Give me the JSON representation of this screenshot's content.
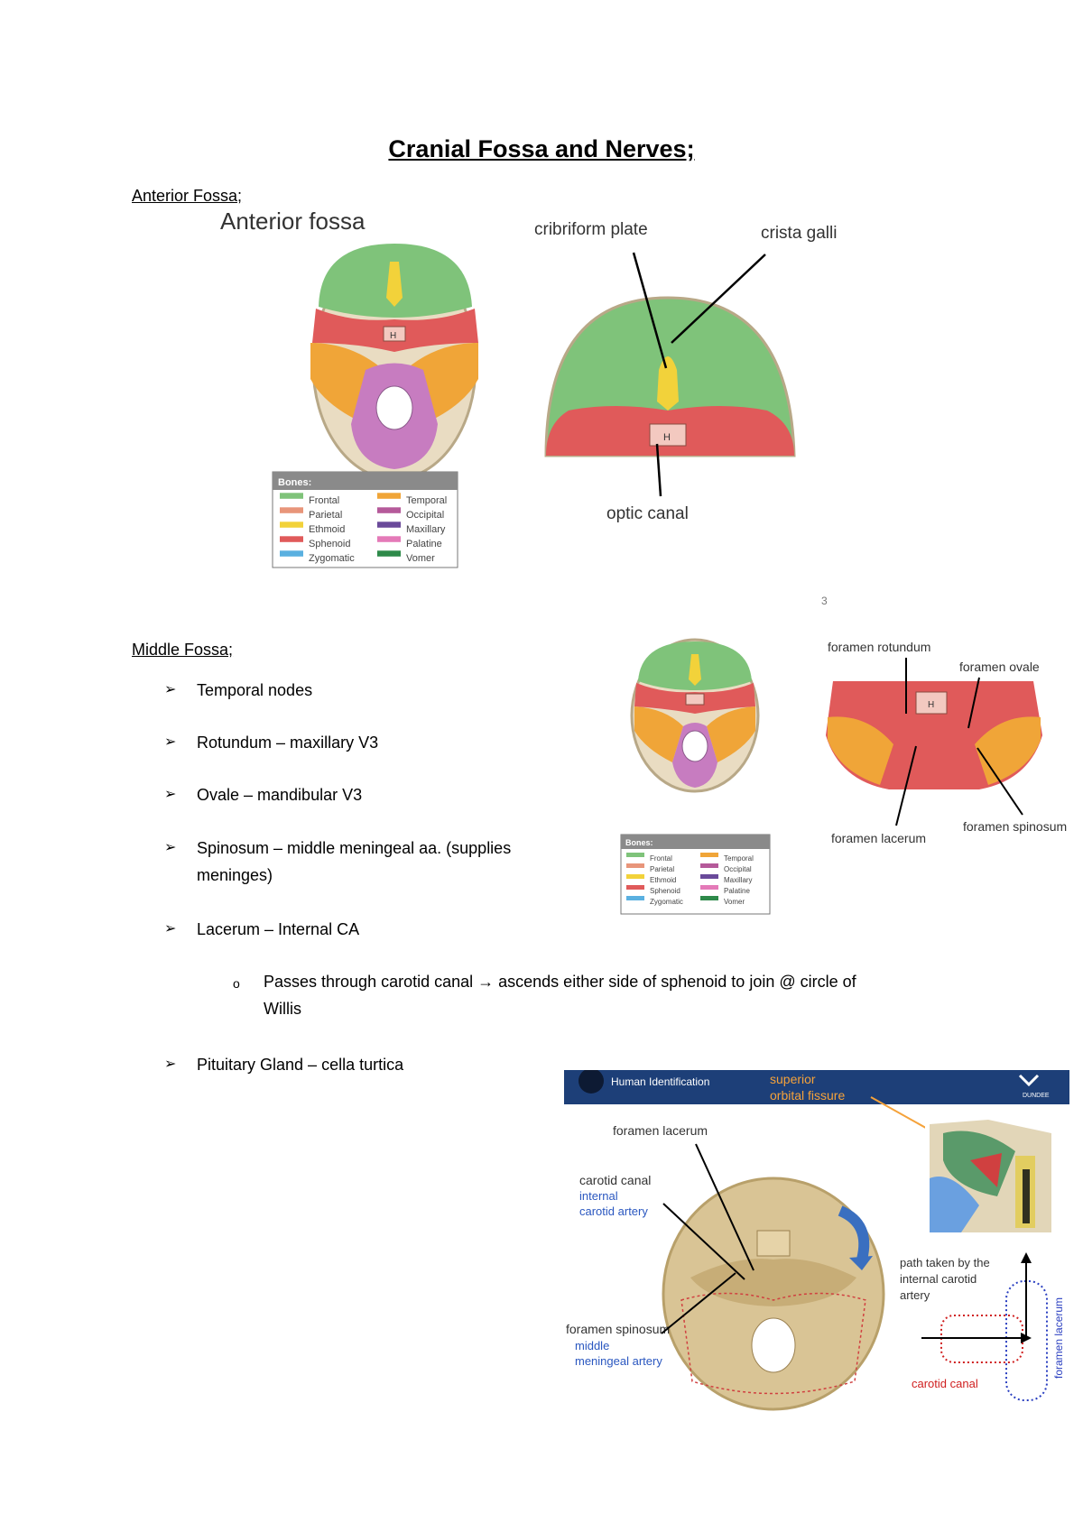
{
  "page": {
    "title": "Cranial Fossa and Nerves;",
    "page_number": "3"
  },
  "anterior": {
    "heading": "Anterior Fossa;",
    "figure_title": "Anterior fossa",
    "labels": {
      "cribriform": "cribriform plate",
      "crista": "crista galli",
      "optic": "optic canal",
      "skull_mark": "H"
    },
    "legend": {
      "title": "Bones:",
      "items": [
        {
          "label": "Frontal",
          "color": "#7fc37a"
        },
        {
          "label": "Temporal",
          "color": "#f0a538"
        },
        {
          "label": "Parietal",
          "color": "#e8957a"
        },
        {
          "label": "Occipital",
          "color": "#b55a9a"
        },
        {
          "label": "Ethmoid",
          "color": "#f2d23a"
        },
        {
          "label": "Maxillary",
          "color": "#6a4a9a"
        },
        {
          "label": "Sphenoid",
          "color": "#e05a5a"
        },
        {
          "label": "Palatine",
          "color": "#e47ab8"
        },
        {
          "label": "Zygomatic",
          "color": "#5ab0e0"
        },
        {
          "label": "Vomer",
          "color": "#2e8a4a"
        }
      ]
    }
  },
  "middle": {
    "heading": "Middle Fossa;",
    "bullets": [
      {
        "text": "Temporal nodes"
      },
      {
        "text": "Rotundum – maxillary V3"
      },
      {
        "text": "Ovale – mandibular V3"
      },
      {
        "text": "Spinosum – middle meningeal aa. (supplies",
        "text2": "meninges)"
      },
      {
        "text": "Lacerum – Internal CA"
      }
    ],
    "sub_bullet": {
      "marker": "o",
      "text": "Passes through carotid canal → ascends either side of sphenoid to join @ circle of",
      "text2": "Willis"
    },
    "last_bullet": "Pituitary Gland – cella turtica",
    "figure_labels": {
      "rotundum": "foramen rotundum",
      "ovale": "foramen ovale",
      "lacerum": "foramen lacerum",
      "spinosum": "foramen spinosum",
      "skull_mark": "H"
    },
    "legend": {
      "title": "Bones:",
      "items": [
        {
          "label": "Frontal",
          "color": "#7fc37a"
        },
        {
          "label": "Temporal",
          "color": "#f0a538"
        },
        {
          "label": "Parietal",
          "color": "#e8957a"
        },
        {
          "label": "Occipital",
          "color": "#b55a9a"
        },
        {
          "label": "Ethmoid",
          "color": "#f2d23a"
        },
        {
          "label": "Maxillary",
          "color": "#6a4a9a"
        },
        {
          "label": "Sphenoid",
          "color": "#e05a5a"
        },
        {
          "label": "Palatine",
          "color": "#e47ab8"
        },
        {
          "label": "Zygomatic",
          "color": "#5ab0e0"
        },
        {
          "label": "Vomer",
          "color": "#2e8a4a"
        }
      ]
    }
  },
  "carotid_figure": {
    "banner": "Human Identification",
    "banner_accent": "superior",
    "banner_accent2": "orbital fissure",
    "logo_text": "DUNDEE",
    "labels": {
      "lacerum": "foramen lacerum",
      "carotid_canal": "carotid canal",
      "internal": "internal",
      "carotid_artery": "carotid artery",
      "spinosum": "foramen spinosum",
      "middle": "middle",
      "meningeal": "meningeal artery",
      "path1": "path taken by the",
      "path2": "internal carotid",
      "path3": "artery",
      "canal": "carotid canal",
      "vertical": "foramen lacerum"
    }
  }
}
